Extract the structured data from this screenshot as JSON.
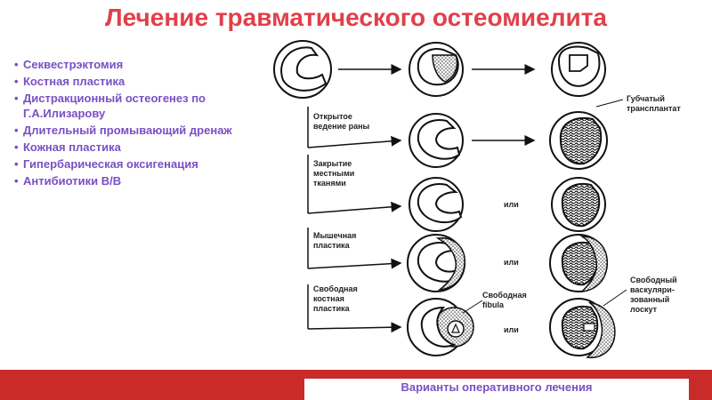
{
  "title": "Лечение травматического остеомиелита",
  "bullets": [
    "Секвестрэктомия",
    "Костная пластика",
    "Дистракционный остеогенез по Г.А.Илизарову",
    "Длительный промывающий дренаж",
    "Кожная пластика",
    "Гипербарическая оксигенация",
    "Антибиотики В/В"
  ],
  "diagram": {
    "label_open": [
      "Открытое",
      "ведение раны"
    ],
    "label_close": [
      "Закрытие",
      "местными",
      "тканями"
    ],
    "label_muscle": [
      "Мышечная",
      "пластика"
    ],
    "label_bone": [
      "Свободная",
      "костная",
      "пластика"
    ],
    "label_graft": [
      "Губчатый",
      "трансплантат"
    ],
    "label_fibula": [
      "Свободная",
      "fibula"
    ],
    "label_flap": [
      "Свободный",
      "васкуляри-",
      "зованный",
      "лоскут"
    ],
    "or_word": "или"
  },
  "footer": "Варианты оперативного лечения",
  "colors": {
    "title": "#e0404a",
    "text": "#7a4fc4",
    "bar": "#c92a2a"
  }
}
